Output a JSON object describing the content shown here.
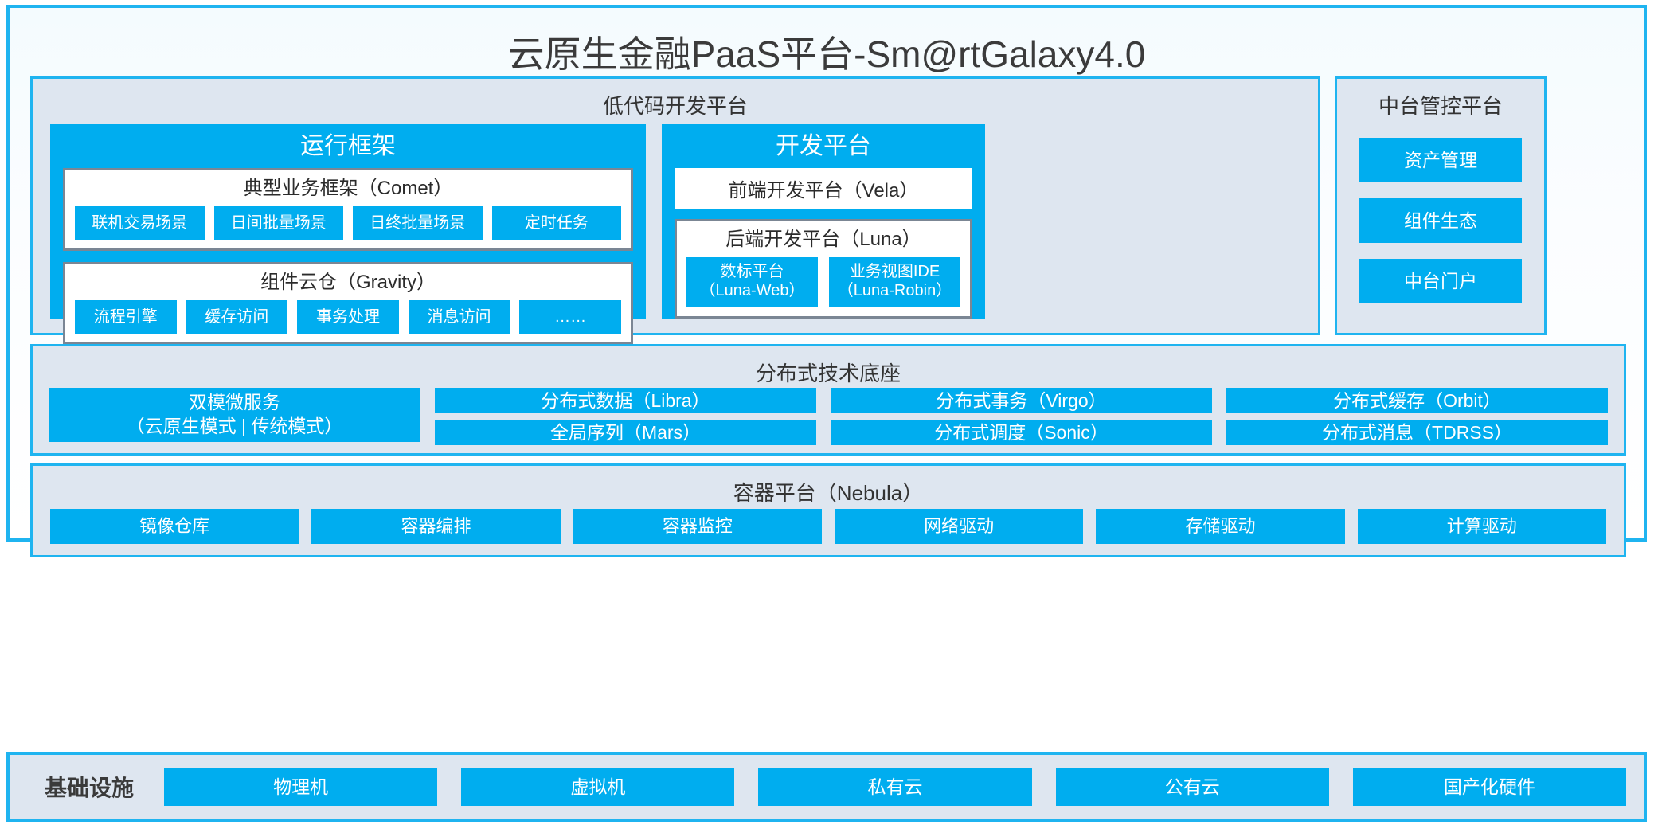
{
  "page": {
    "title": "云原生金融PaaS平台-Sm@rtGalaxy4.0",
    "accent_blue": "#00ADEF",
    "border_blue": "#1FB4F0",
    "panel_bg": "#DEE6F0",
    "box_border_gray": "#7B8694"
  },
  "lowcode": {
    "title": "低代码开发平台",
    "runtime": {
      "title": "运行框架",
      "comet": {
        "title": "典型业务框架（Comet）",
        "items": [
          "联机交易场景",
          "日间批量场景",
          "日终批量场景",
          "定时任务"
        ]
      },
      "gravity": {
        "title": "组件云仓（Gravity）",
        "items": [
          "流程引擎",
          "缓存访问",
          "事务处理",
          "消息访问",
          "……"
        ]
      }
    },
    "devplatform": {
      "title": "开发平台",
      "vela": "前端开发平台（Vela）",
      "luna": {
        "title": "后端开发平台（Luna）",
        "items": [
          {
            "name": "数标平台",
            "code": "（Luna-Web）"
          },
          {
            "name": "业务视图IDE",
            "code": "（Luna-Robin）"
          }
        ]
      }
    }
  },
  "midplatform": {
    "title": "中台管控平台",
    "items": [
      "资产管理",
      "组件生态",
      "中台门户"
    ]
  },
  "distributed": {
    "title": "分布式技术底座",
    "wide": {
      "line1": "双模微服务",
      "line2": "（云原生模式 | 传统模式）"
    },
    "columns": [
      [
        "分布式数据（Libra）",
        "全局序列（Mars）"
      ],
      [
        "分布式事务（Virgo）",
        "分布式调度（Sonic）"
      ],
      [
        "分布式缓存（Orbit）",
        "分布式消息（TDRSS）"
      ]
    ]
  },
  "container": {
    "title": "容器平台（Nebula）",
    "items": [
      "镜像仓库",
      "容器编排",
      "容器监控",
      "网络驱动",
      "存储驱动",
      "计算驱动"
    ]
  },
  "infrastructure": {
    "label": "基础设施",
    "items": [
      "物理机",
      "虚拟机",
      "私有云",
      "公有云",
      "国产化硬件"
    ]
  }
}
